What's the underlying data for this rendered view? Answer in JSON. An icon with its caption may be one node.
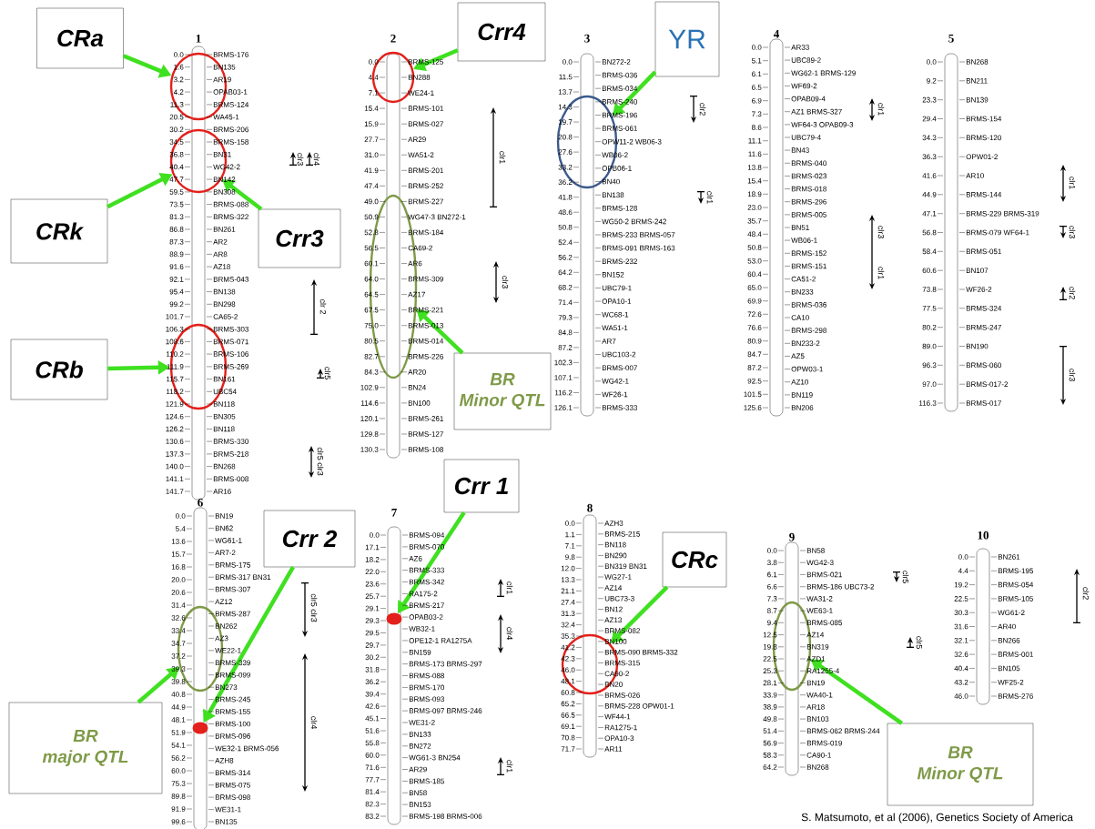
{
  "diagram": {
    "nodes": [
      {
        "text": [
          "CRa"
        ]
      },
      {
        "text": [
          "1"
        ]
      },
      {
        "text": [],
        "shape": "circle"
      },
      {
        "text": [
          "2"
        ]
      },
      {
        "text": [
          "Crr4"
        ]
      },
      {
        "text": [],
        "shape": "circle"
      },
      {
        "text": [
          "3"
        ]
      },
      {
        "text": [
          "YR"
        ]
      },
      {
        "text": [],
        "shape": "circle"
      },
      {
        "text": [
          "4"
        ]
      },
      {
        "text": [
          "5"
        ]
      },
      {
        "text": [],
        "shape": "circle"
      },
      {
        "text": [
          "CRk"
        ]
      },
      {
        "text": [
          "Crr3"
        ]
      },
      {
        "text": [],
        "shape": "circle"
      },
      {
        "text": [
          "BR",
          "Minor QTL"
        ]
      },
      {
        "text": [
          "CRb"
        ]
      },
      {
        "text": [],
        "shape": "circle"
      },
      {
        "text": [
          "6"
        ]
      },
      {
        "text": [
          "Crr 2"
        ]
      },
      {
        "text": [],
        "shape": "circle"
      },
      {
        "text": [],
        "shape": "circle",
        "in": 18
      },
      {
        "text": [
          "7"
        ]
      },
      {
        "text": [
          "Crr 1"
        ]
      },
      {
        "text": [],
        "shape": "circle",
        "in": 22
      },
      {
        "text": [
          "8"
        ]
      },
      {
        "text": [
          "CRc"
        ]
      },
      {
        "text": [],
        "shape": "circle"
      },
      {
        "text": [
          "9"
        ]
      },
      {
        "text": [],
        "shape": "circle"
      },
      {
        "text": [
          "10"
        ]
      },
      {
        "text": [
          "BR",
          "major QTL"
        ]
      },
      {
        "text": [
          "BR",
          "Minor QTL"
        ]
      }
    ],
    "edges": [
      {
        "from": 0,
        "to": 2,
        "arrow": "to"
      },
      {
        "from": 4,
        "to": 5,
        "arrow": "to"
      },
      {
        "from": 7,
        "to": 8,
        "arrow": "to"
      },
      {
        "from": 12,
        "to": 11,
        "arrow": "to"
      },
      {
        "from": 13,
        "to": 11,
        "arrow": "to"
      },
      {
        "from": 15,
        "to": 14,
        "arrow": "to"
      },
      {
        "from": 16,
        "to": 17,
        "arrow": "to"
      },
      {
        "from": 19,
        "to": 21,
        "arrow": "to"
      },
      {
        "from": 23,
        "to": 24,
        "arrow": "to"
      },
      {
        "from": 26,
        "to": 27,
        "arrow": "to"
      },
      {
        "from": 31,
        "to": 20,
        "arrow": "to"
      },
      {
        "from": 32,
        "to": 29,
        "arrow": "to"
      }
    ],
    "labels": [
      "0.0",
      "1.6",
      "3.2",
      "4.2",
      "11.3",
      "20.5",
      "30.2",
      "34.5",
      "36.8",
      "40.4",
      "47.7",
      "59.5",
      "73.5",
      "81.3",
      "86.8",
      "87.3",
      "88.9",
      "91.6",
      "92.1",
      "95.4",
      "99.2",
      "101.7",
      "106.3",
      "108.6",
      "110.2",
      "111.9",
      "115.7",
      "118.2",
      "121.9",
      "124.6",
      "126.2",
      "130.6",
      "137.3",
      "140.0",
      "141.1",
      "141.7",
      "BRMS-176",
      "BN135",
      "AR19",
      "OPAB03-1",
      "BRMS-124",
      "WA45-1",
      "BRMS-206",
      "BRMS-158",
      "BN31",
      "WG42-2",
      "BN142",
      "BN308",
      "BRMS-088",
      "BRMS-322",
      "BN261",
      "AR2",
      "AR8",
      "AZ18",
      "BRMS-043",
      "BN138",
      "BN298",
      "CA65-2",
      "BRMS-303",
      "BRMS-071",
      "BRMS-106",
      "BRMS-269",
      "BN161",
      "UBC54",
      "BN118",
      "BN305",
      "BN118",
      "BRMS-330",
      "BRMS-218",
      "BN268",
      "BRMS-008",
      "AR16",
      "0.0",
      "4.4",
      "7.1",
      "15.4",
      "15.9",
      "27.7",
      "31.0",
      "41.9",
      "47.4",
      "49.0",
      "50.9",
      "52.8",
      "56.5",
      "60.1",
      "64.0",
      "64.5",
      "67.5",
      "75.0",
      "80.5",
      "82.7",
      "84.3",
      "102.9",
      "114.6",
      "120.1",
      "129.8",
      "130.3",
      "BRMS-125",
      "BN288",
      "WE24-1",
      "BRMS-101",
      "BRMS-027",
      "AR29",
      "WA51-2",
      "BRMS-201",
      "BRMS-252",
      "BRMS-227",
      "WG47-3 BN272-1",
      "BRMS-184",
      "CA69-2",
      "AR6",
      "BRMS-309",
      "AZ17",
      "BRMS-221",
      "BRMS-013",
      "BRMS-014",
      "BRMS-226",
      "AR20",
      "BN24",
      "BN100",
      "BRMS-261",
      "BRMS-127",
      "BRMS-108",
      "0.0",
      "11.5",
      "13.7",
      "14.3",
      "19.7",
      "20.8",
      "27.6",
      "33.2",
      "36.2",
      "41.8",
      "48.6",
      "50.8",
      "52.4",
      "56.2",
      "64.2",
      "68.2",
      "71.4",
      "79.3",
      "84.8",
      "87.2",
      "102.3",
      "107.1",
      "116.2",
      "126.1",
      "BN272-2",
      "BRMS-036",
      "BRMS-034",
      "BRMS-240",
      "BRMS-196",
      "BRMS-061",
      "OPW11-2 WB06-3",
      "WB06-2",
      "OPB06-1",
      "BN40",
      "BN138",
      "BRMS-128",
      "WG50-2 BRMS-242",
      "BRMS-233 BRMS-057",
      "BRMS-091 BRMS-163",
      "BRMS-232",
      "BN152",
      "UBC79-1",
      "OPA10-1",
      "WC68-1",
      "WA51-1",
      "AR7",
      "UBC103-2",
      "BRMS-007",
      "WG42-1",
      "WF26-1",
      "BRMS-333",
      "0.0",
      "5.1",
      "6.1",
      "6.5",
      "6.9",
      "7.3",
      "8.6",
      "11.1",
      "11.6",
      "13.8",
      "15.4",
      "18.9",
      "23.0",
      "35.7",
      "48.4",
      "50.8",
      "53.0",
      "60.4",
      "65.0",
      "69.9",
      "72.6",
      "76.6",
      "80.9",
      "84.7",
      "87.2",
      "92.5",
      "101.5",
      "125.6",
      "AR33",
      "UBC89-2",
      "WG62-1 BRMS-129",
      "WF69-2",
      "OPAB09-4",
      "AZ1 BRMS-327",
      "WF64-3 OPAB09-3",
      "UBC79-4",
      "BN43",
      "BRMS-040",
      "BRMS-023",
      "BRMS-018",
      "BRMS-296",
      "BRMS-005",
      "BN51",
      "WB06-1",
      "BRMS-152",
      "BRMS-151",
      "CA51-2",
      "BN233",
      "BRMS-036",
      "CA10",
      "BRMS-298",
      "BN233-2",
      "AZ5",
      "OPW03-1",
      "AZ10",
      "BN119",
      "BN206",
      "0.0",
      "9.2",
      "23.3",
      "29.4",
      "34.3",
      "36.3",
      "41.6",
      "44.9",
      "47.1",
      "56.8",
      "58.4",
      "60.6",
      "73.8",
      "77.5",
      "80.2",
      "89.0",
      "96.3",
      "97.0",
      "116.3",
      "BN268",
      "BN211",
      "BN139",
      "BRMS-154",
      "BRMS-120",
      "OPW01-2",
      "AR10",
      "BRMS-144",
      "BRMS-229 BRMS-319",
      "BRMS-079 WF64-1",
      "BRMS-051",
      "BN107",
      "WF26-2",
      "BRMS-324",
      "BRMS-247",
      "BN190",
      "BRMS-060",
      "BRMS-017-2",
      "BRMS-017",
      "0.0",
      "5.4",
      "13.6",
      "15.7",
      "16.8",
      "20.0",
      "20.6",
      "31.4",
      "32.6",
      "33.4",
      "34.7",
      "37.2",
      "39.3",
      "39.8",
      "40.8",
      "44.9",
      "48.1",
      "51.9",
      "54.1",
      "56.2",
      "60.0",
      "75.3",
      "89.8",
      "91.9",
      "99.6",
      "BN19",
      "BN62",
      "WG61-1",
      "AR7-2",
      "BRMS-175",
      "BRMS-317 BN31",
      "BRMS-307",
      "AZ12",
      "BRMS-287",
      "BN262",
      "AZ3",
      "WE22-1",
      "BRMS-339",
      "BRMS-099",
      "BN273",
      "BRMS-245",
      "BRMS-155",
      "BRMS-100",
      "BRMS-096",
      "WE32-1 BRMS-056",
      "AZH8",
      "BRMS-314",
      "BRMS-075",
      "BRMS-098",
      "WE31-1",
      "BN135",
      "0.0",
      "17.1",
      "18.2",
      "22.0",
      "23.6",
      "25.7",
      "29.1",
      "29.3",
      "29.5",
      "29.7",
      "30.2",
      "31.8",
      "36.2",
      "39.4",
      "42.6",
      "45.1",
      "51.6",
      "55.8",
      "60.0",
      "71.6",
      "77.7",
      "81.4",
      "82.3",
      "83.2",
      "BRMS-094",
      "BRMS-070",
      "AZ6",
      "BRMS-333",
      "BRMS-342",
      "RA175-2",
      "BRMS-217",
      "OPAB03-2",
      "WB32-1",
      "OPE12-1 RA1275A",
      "BN159",
      "BRMS-173 BRMS-297",
      "BRMS-088",
      "BRMS-170",
      "BRMS-093",
      "BRMS-097 BRMS-246",
      "WE31-2",
      "BN133",
      "BN272",
      "WG61-3 BN254",
      "AR29",
      "BRMS-185",
      "BN58",
      "BN153",
      "BRMS-198 BRMS-006",
      "0.0",
      "1.1",
      "7.1",
      "9.8",
      "12.0",
      "13.3",
      "21.1",
      "27.4",
      "31.3",
      "32.4",
      "35.3",
      "41.2",
      "42.3",
      "46.0",
      "48.1",
      "60.8",
      "65.2",
      "66.5",
      "69.1",
      "70.8",
      "71.7",
      "AZH3",
      "BRMS-215",
      "BN118",
      "BN290",
      "BN319 BN31",
      "WG27-1",
      "AZ14",
      "UBC73-3",
      "BN12",
      "AZ13",
      "BRMS-082",
      "BN100",
      "BRMS-090 BRMS-332",
      "BRMS-315",
      "CA90-2",
      "BN20",
      "BRMS-026",
      "BRMS-228 OPW01-1",
      "WF44-1",
      "RA1275-1",
      "OPA10-3",
      "AR11",
      "0.0",
      "3.8",
      "6.1",
      "6.6",
      "7.3",
      "8.7",
      "9.4",
      "12.5",
      "19.8",
      "22.5",
      "25.3",
      "28.1",
      "33.9",
      "38.9",
      "49.8",
      "51.4",
      "56.9",
      "58.3",
      "64.2",
      "BN58",
      "WG42-3",
      "BRMS-021",
      "BRMS-186 UBC73-2",
      "WA31-2",
      "WE63-1",
      "BRMS-085",
      "AZ14",
      "BN319",
      "AZD1",
      "RA1255-4",
      "BN19",
      "WA40-1",
      "AR18",
      "BN103",
      "BRMS-062 BRMS-244",
      "BRMS-019",
      "CA90-1",
      "BN268",
      "0.0",
      "4.4",
      "19.2",
      "22.5",
      "30.3",
      "31.6",
      "32.1",
      "32.6",
      "40.4",
      "43.2",
      "46.0",
      "BN261",
      "BRMS-195",
      "BRMS-054",
      "BRMS-105",
      "WG61-2",
      "AR40",
      "BN266",
      "BRMS-001",
      "BN105",
      "WF25-2",
      "BRMS-276",
      "clr3",
      "clr4",
      "clr 2",
      "clr5",
      "clr5 clr3",
      "clr1",
      "clr3",
      "clr2",
      "clr1",
      "clr1",
      "clr3",
      "clr1",
      "clr1",
      "clr3",
      "clr2",
      "clr3",
      "clr5 clr3",
      "clr4",
      "clr1",
      "clr4",
      "clr1",
      "clr5",
      "clr5",
      "clr2",
      "S. Matsumoto, et al (2006), Genetics Society of America"
    ]
  }
}
